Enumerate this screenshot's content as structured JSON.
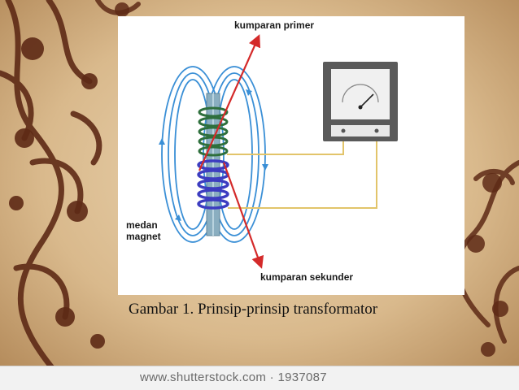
{
  "diagram": {
    "labels": {
      "primary": "kumparan primer",
      "secondary": "kumparan sekunder",
      "field_line1": "medan",
      "field_line2": "magnet"
    },
    "colors": {
      "field_lines": "#3a8fd6",
      "arrows": "#d42a2a",
      "wire": "#e2c46a",
      "core": "#8aaec0",
      "primary_coil": "#2e6f3c",
      "secondary_coil": "#3c3cc0",
      "meter_case": "#5a5a5a"
    }
  },
  "caption": "Gambar 1. Prinsip-prinsip transformator",
  "watermark": "www.shutterstock.com · 1937087",
  "background": {
    "colors": {
      "parchment": "#d9b98c",
      "ornament": "#5e2a16"
    }
  }
}
